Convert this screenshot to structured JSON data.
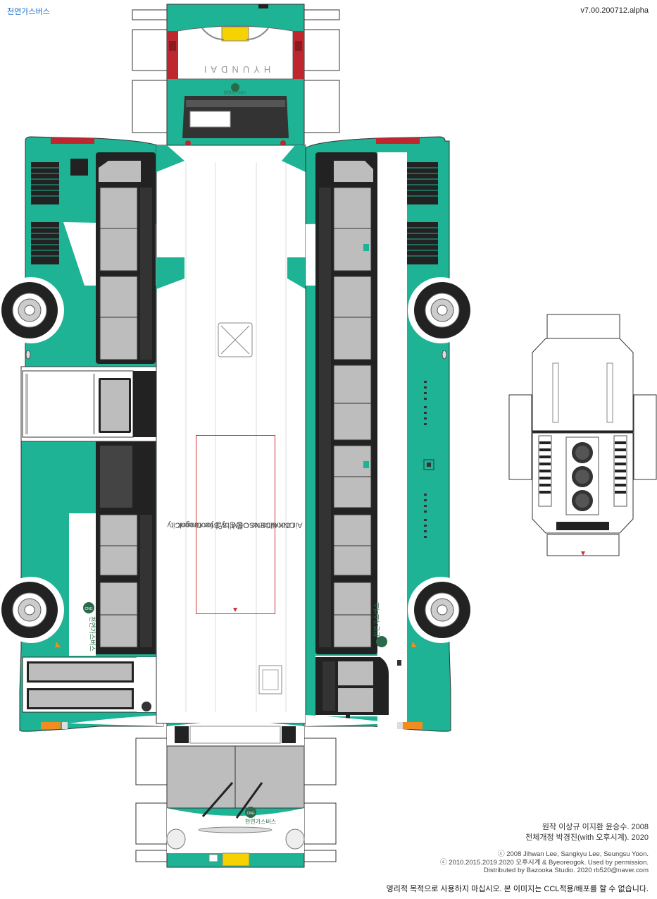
{
  "header": {
    "title": "천연가스버스",
    "version": "v7.00.200712.alpha"
  },
  "roof_label": {
    "line1": "Air Conditioner OEM by Byeoreogok",
    "line2": "DNKA/DENSO풍성 3일 for GreenCity"
  },
  "rear_logo_text": "천연가스버스",
  "front_logo_badge": "CNG",
  "front_logo_text": "천연가스버스",
  "side_logo_text": "천연가스버스",
  "side_logo_badge": "CNG",
  "credits": {
    "original_label": "원작",
    "original_names": "이상규 이지환 윤승수. 2008",
    "revision_label": "전체개정",
    "revision_names": "박경진(with 오후시계). 2020"
  },
  "legal": {
    "line1": "ⓒ 2008 Jihwan Lee, Sangkyu Lee, Seungsu Yoon.",
    "line2": "ⓒ 2010.2015.2019.2020 오후시계 & Byeoreogok. Used by permission.",
    "line3": "Distributed by Bazooka Studio. 2020  rb520@naver.com"
  },
  "notice": "영리적 목적으로 사용하지 마십시오.   본 이미지는 CCL적용/배포를 할 수 없습니다.",
  "colors": {
    "body_green": "#1db394",
    "window_gray": "#bdbdbd",
    "frame_dark": "#222222",
    "plate_yellow": "#f5d200",
    "tail_red": "#c0262e"
  }
}
